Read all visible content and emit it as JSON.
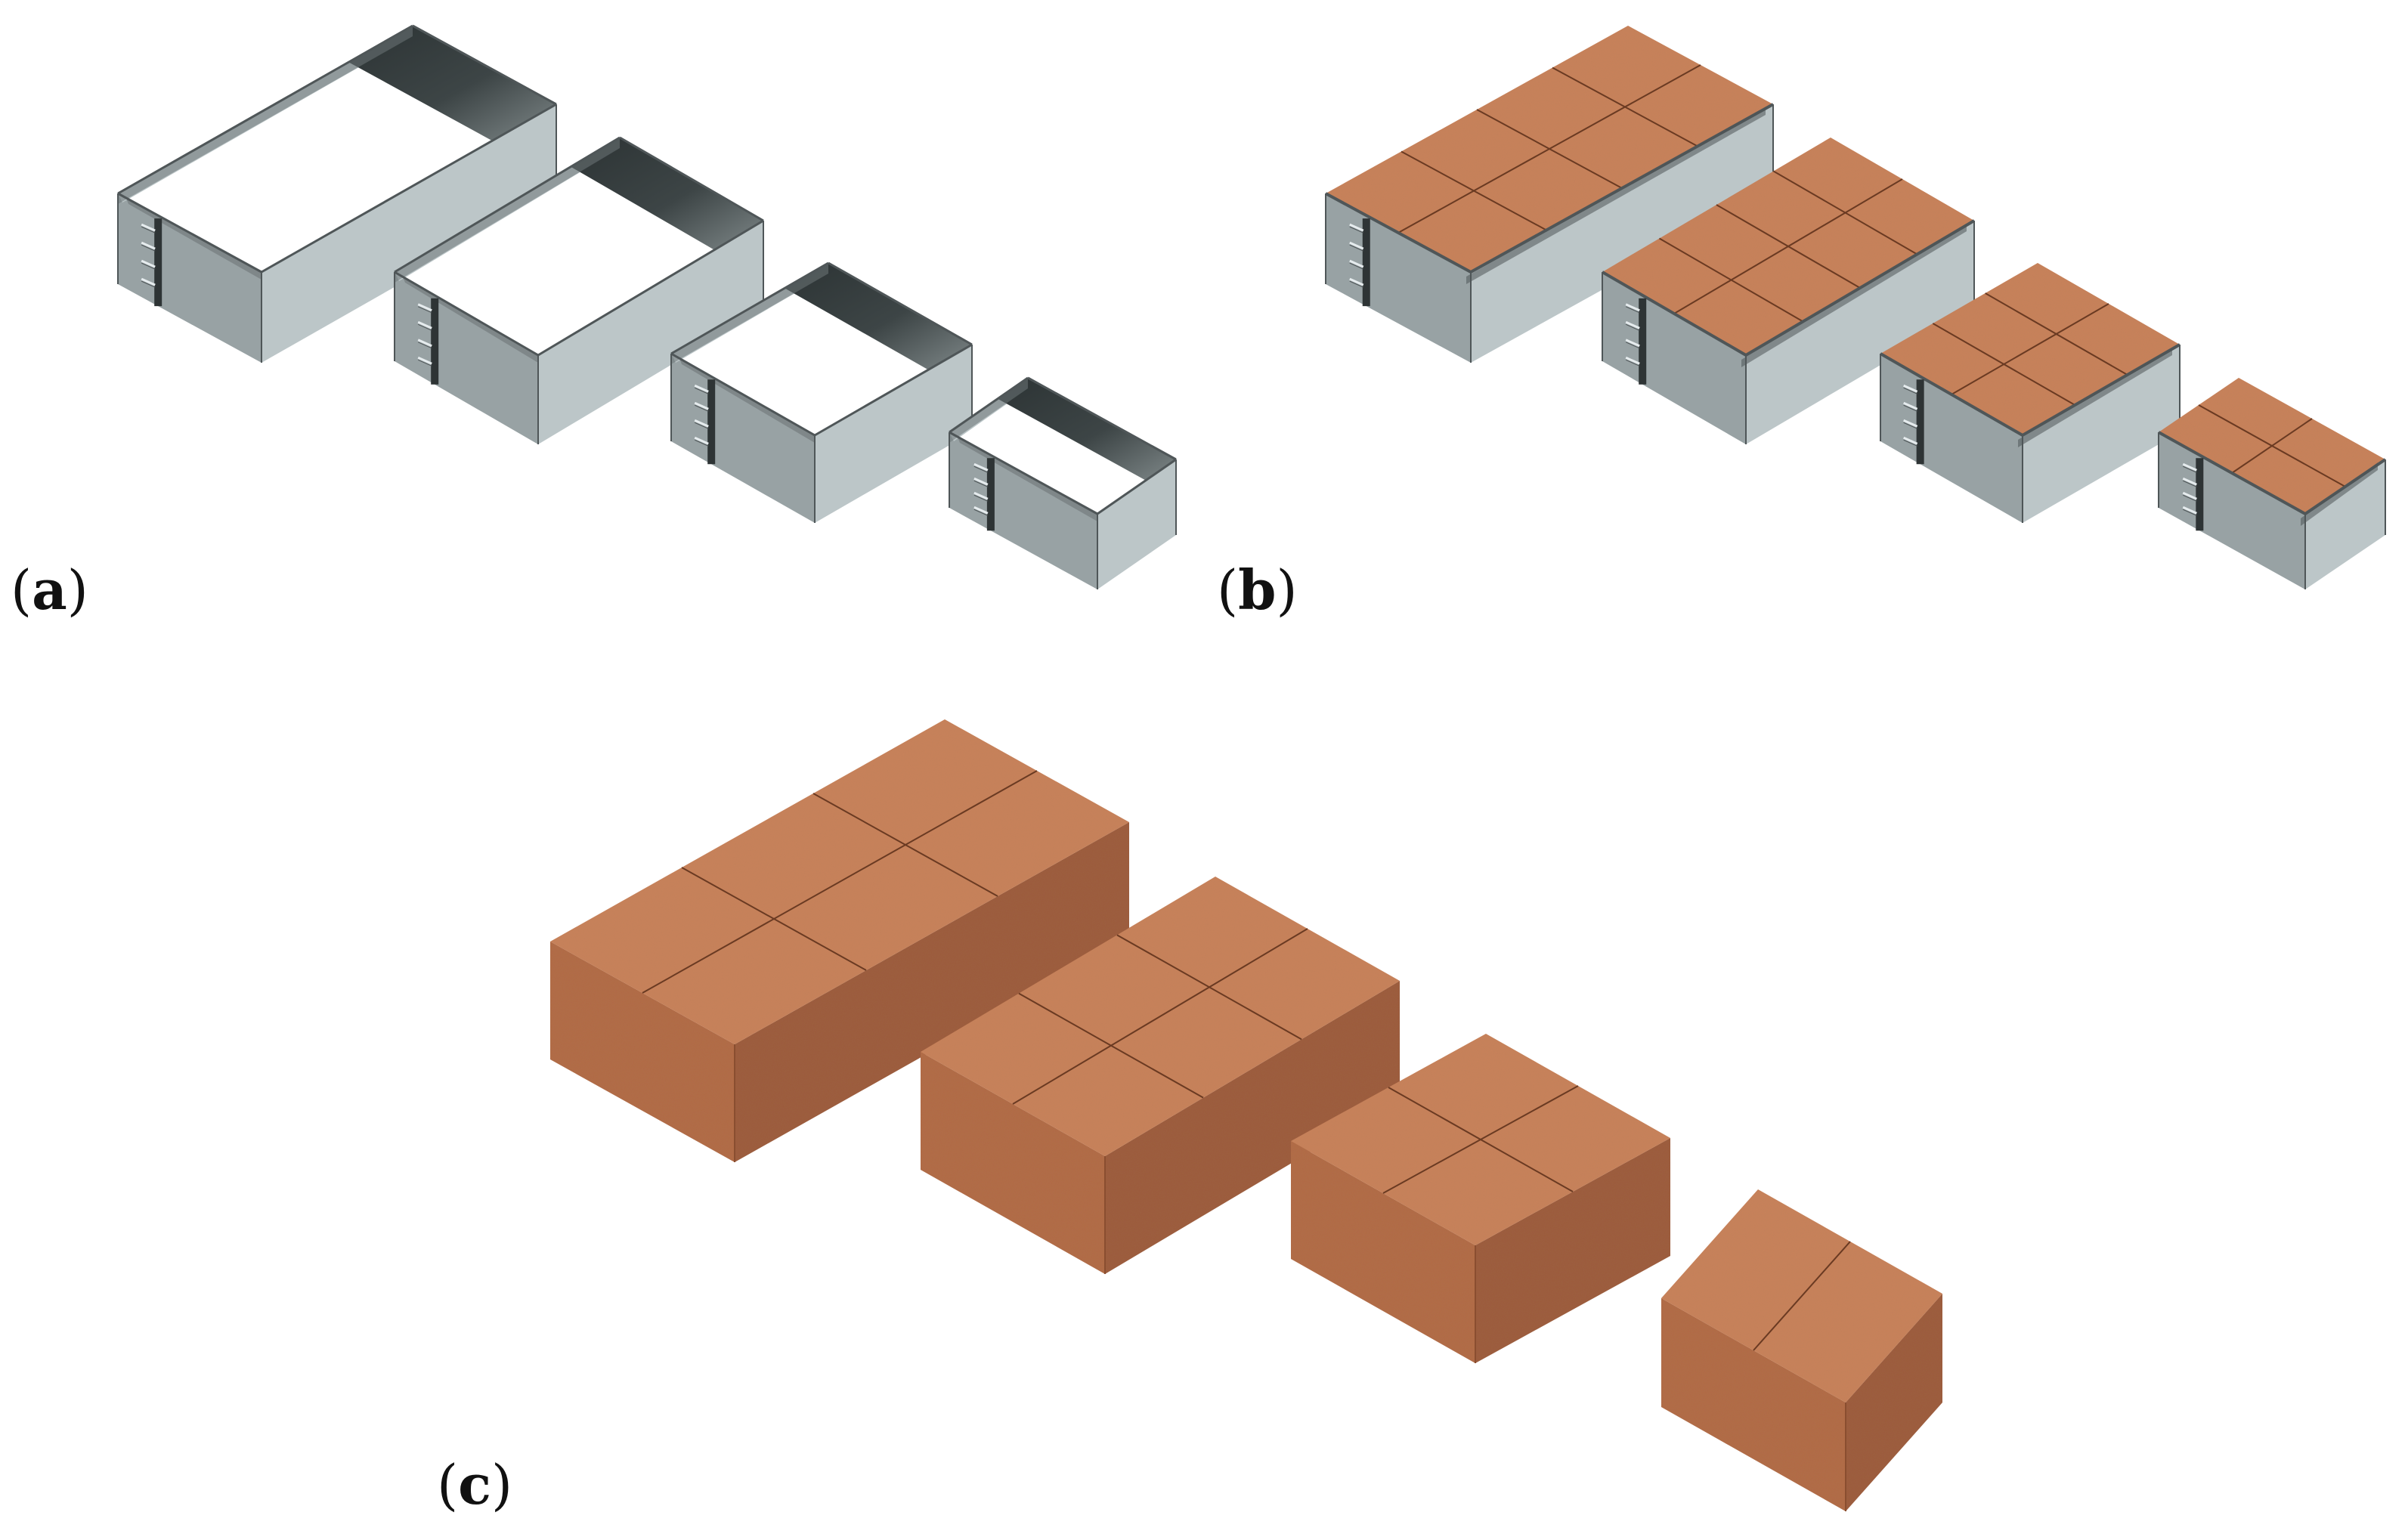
{
  "figure": {
    "panels": [
      {
        "id": "a",
        "open": "(",
        "letter": "a",
        "close": ")",
        "formwork": true,
        "filled": false
      },
      {
        "id": "b",
        "open": "(",
        "letter": "b",
        "close": ")",
        "formwork": true,
        "filled": true
      },
      {
        "id": "c",
        "open": "(",
        "letter": "c",
        "close": ")",
        "formwork": false,
        "filled": true
      }
    ],
    "blocks_per_panel": 4,
    "block_top_segments": [
      3,
      3,
      2,
      1
    ],
    "colors": {
      "steel_light": "#bcc6c8",
      "steel_mid": "#98a2a4",
      "steel_dark": "#6e7678",
      "steel_edge": "#4f5658",
      "cavity_shadow": "#2c3334",
      "concrete_top": "#c9825a",
      "concrete_left": "#b26a45",
      "concrete_right": "#9c5a3a",
      "concrete_seam": "#6a3a22",
      "label": "#111111"
    }
  }
}
